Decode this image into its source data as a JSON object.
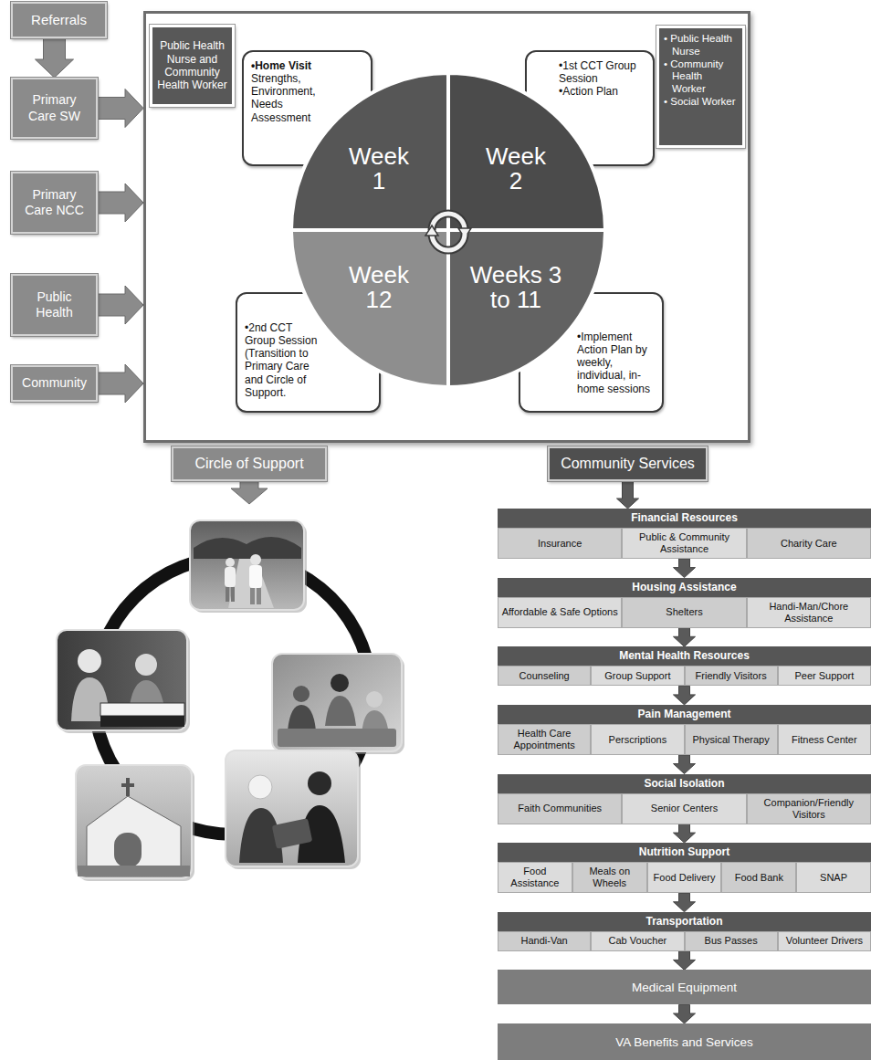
{
  "diagram": {
    "nodes": [
      {
        "text": [
          "Referrals"
        ]
      },
      {
        "text": [
          "Primary Care SW"
        ]
      },
      {
        "text": [
          "Primary Care NCC"
        ]
      },
      {
        "text": [
          "Public Health"
        ]
      },
      {
        "text": [
          "Community"
        ]
      },
      {
        "text": []
      },
      {
        "text": [
          "Public Health Nurse and Community Health Worker"
        ],
        "in": 5
      },
      {
        "text": [
          "•Home Visit",
          "Strengths, Environment, Needs Assessment"
        ],
        "in": 5
      },
      {
        "text": [
          "Week 1"
        ],
        "in": 5
      },
      {
        "text": [
          "Week 2"
        ],
        "in": 5
      },
      {
        "text": [
          "•1st CCT Group Session",
          "•Action Plan"
        ],
        "in": 5
      },
      {
        "text": [
          "• Public Health Nurse",
          "• Community Health Worker",
          "• Social Worker"
        ],
        "in": 5
      },
      {
        "text": [
          "•2nd CCT Group Session (Transition to Primary Care and Circle of Support."
        ],
        "in": 5
      },
      {
        "text": [
          "Week 12"
        ],
        "in": 5
      },
      {
        "text": [
          "Weeks 3 to 11"
        ],
        "in": 5
      },
      {
        "text": [
          "•Implement Action Plan by weekly, individual, in-home sessions"
        ],
        "in": 5
      },
      {
        "text": [
          "Circle of Support"
        ]
      },
      {
        "text": [
          "Community Services"
        ]
      },
      {
        "text": [
          "Financial Resources"
        ]
      },
      {
        "text": [
          "Insurance"
        ],
        "in": 18
      },
      {
        "text": [
          "Public & Community Assistance"
        ],
        "in": 18
      },
      {
        "text": [
          "Charity Care"
        ],
        "in": 18
      },
      {
        "text": [
          "Housing Assistance"
        ]
      },
      {
        "text": [
          "Affordable & Safe Options"
        ],
        "in": 22
      },
      {
        "text": [
          "Shelters"
        ],
        "in": 22
      },
      {
        "text": [
          "Handi-Man/Chore Assistance"
        ],
        "in": 22
      },
      {
        "text": [
          "Mental Health Resources"
        ]
      },
      {
        "text": [
          "Counseling"
        ],
        "in": 26
      },
      {
        "text": [
          "Group Support"
        ],
        "in": 26
      },
      {
        "text": [
          "Friendly Visitors"
        ],
        "in": 26
      },
      {
        "text": [
          "Peer Support"
        ],
        "in": 26
      },
      {
        "text": [
          "Pain Management"
        ]
      },
      {
        "text": [
          "Health Care Appointments"
        ],
        "in": 31
      },
      {
        "text": [
          "Perscriptions"
        ],
        "in": 31
      },
      {
        "text": [
          "Physical Therapy"
        ],
        "in": 31
      },
      {
        "text": [
          "Fitness Center"
        ],
        "in": 31
      },
      {
        "text": [
          "Social Isolation"
        ]
      },
      {
        "text": [
          "Faith Communities"
        ],
        "in": 36
      },
      {
        "text": [
          "Senior Centers"
        ],
        "in": 36
      },
      {
        "text": [
          "Companion/Friendly Visitors"
        ],
        "in": 36
      },
      {
        "text": [
          "Nutrition Support"
        ]
      },
      {
        "text": [
          "Food Assistance"
        ],
        "in": 40
      },
      {
        "text": [
          "Meals on Wheels"
        ],
        "in": 40
      },
      {
        "text": [
          "Food Delivery"
        ],
        "in": 40
      },
      {
        "text": [
          "Food Bank"
        ],
        "in": 40
      },
      {
        "text": [
          "SNAP"
        ],
        "in": 40
      },
      {
        "text": [
          "Transportation"
        ]
      },
      {
        "text": [
          "Handi-Van"
        ],
        "in": 46
      },
      {
        "text": [
          "Cab Voucher"
        ],
        "in": 46
      },
      {
        "text": [
          "Bus Passes"
        ],
        "in": 46
      },
      {
        "text": [
          "Volunteer Drivers"
        ],
        "in": 46
      },
      {
        "text": [
          "Medical Equipment"
        ]
      },
      {
        "text": [
          "VA Benefits and Services"
        ]
      }
    ],
    "edges": [
      {
        "from": 0,
        "to": 1,
        "arrow": "to"
      },
      {
        "from": 1,
        "to": 5,
        "arrow": "to"
      },
      {
        "from": 2,
        "to": 5,
        "arrow": "to"
      },
      {
        "from": 3,
        "to": 5,
        "arrow": "to"
      },
      {
        "from": 4,
        "to": 5,
        "arrow": "to"
      },
      {
        "from": 17,
        "to": 18,
        "arrow": "to"
      },
      {
        "from": 18,
        "to": 22,
        "arrow": "to"
      },
      {
        "from": 22,
        "to": 26,
        "arrow": "to"
      },
      {
        "from": 26,
        "to": 31,
        "arrow": "to"
      },
      {
        "from": 31,
        "to": 36,
        "arrow": "to"
      },
      {
        "from": 36,
        "to": 40,
        "arrow": "to"
      },
      {
        "from": 40,
        "to": 46,
        "arrow": "to"
      },
      {
        "from": 46,
        "to": 51,
        "arrow": "to"
      },
      {
        "from": 51,
        "to": 52,
        "arrow": "to"
      }
    ]
  }
}
